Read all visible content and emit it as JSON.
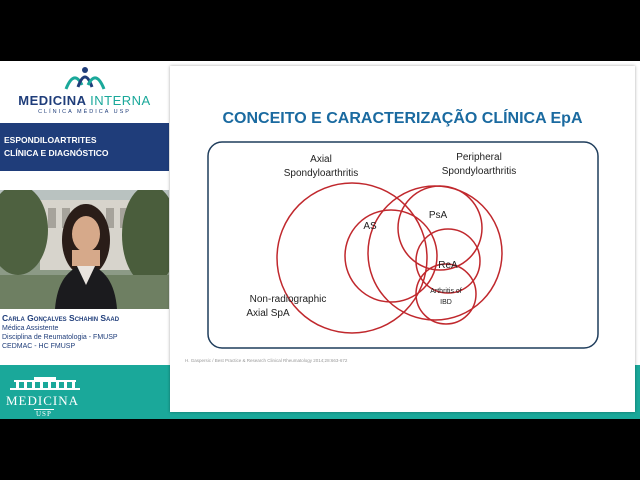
{
  "header": {
    "logo_title_main": "MEDICINA ",
    "logo_title_accent": "INTERNA",
    "logo_subtitle": "CLÍNICA MÉDICA USP"
  },
  "course": {
    "line1": "ESPONDILOARTRITES",
    "line2": "CLÍNICA E DIAGNÓSTICO"
  },
  "speaker": {
    "name": "Carla Gonçalves Schahin Saad",
    "role": "Médica Assistente",
    "department": "Disciplina de Reumatologia - FMUSP",
    "institution": "CEDMAC - HC FMUSP"
  },
  "footer_logo": {
    "word": "MEDICINA",
    "sub": "USP"
  },
  "slide": {
    "title": "CONCEITO E CARACTERIZAÇÃO CLÍNICA EpA",
    "labels": {
      "axial_1": "Axial",
      "axial_2": "Spondyloarthritis",
      "peripheral_1": "Peripheral",
      "peripheral_2": "Spondyloarthritis",
      "as": "AS",
      "psa": "PsA",
      "rea": "ReA",
      "ibd_1": "Arthritis of",
      "ibd_2": "IBD",
      "nr_1": "Non-radiographic",
      "nr_2": "Axial SpA"
    },
    "citation": "H. Gaspersic / Best Practice & Research Clinical Rheumatology 2014;28:663-672",
    "colors": {
      "title": "#1a6aa0",
      "border": "#1f3d5c",
      "circle": "#c0282d"
    }
  },
  "colors": {
    "navy": "#1f3d7a",
    "teal": "#1aa89a"
  }
}
